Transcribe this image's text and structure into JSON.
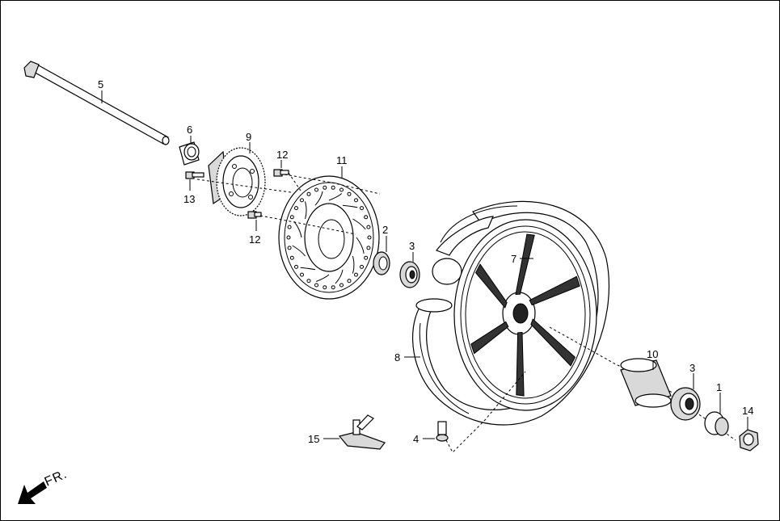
{
  "direction_label": "FR.",
  "callouts": {
    "p1": "1",
    "p2": "2",
    "p3a": "3",
    "p3b": "3",
    "p4": "4",
    "p5": "5",
    "p6": "6",
    "p7": "7",
    "p8": "8",
    "p9": "9",
    "p10": "10",
    "p11": "11",
    "p12a": "12",
    "p12b": "12",
    "p13": "13",
    "p14": "14",
    "p15": "15"
  }
}
